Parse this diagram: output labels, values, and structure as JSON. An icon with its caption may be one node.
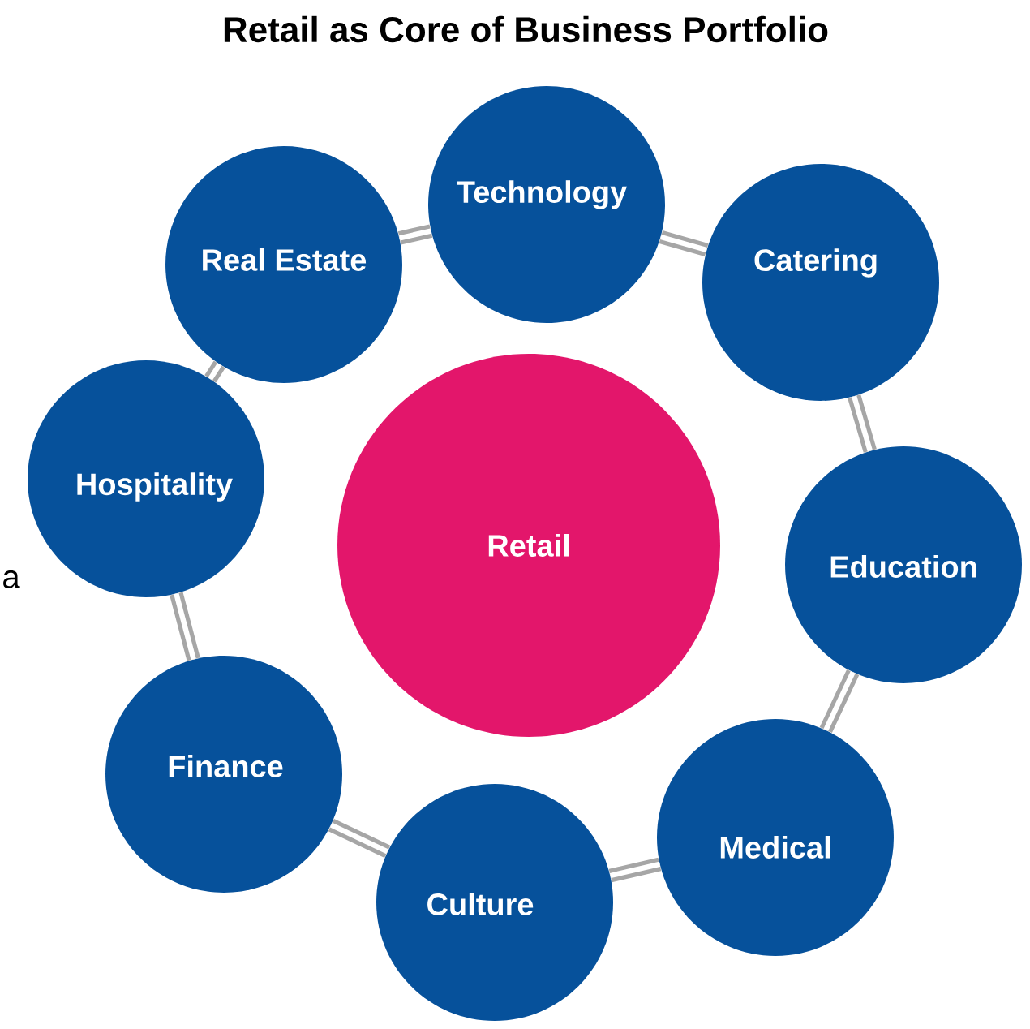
{
  "diagram": {
    "title": "Retail as Core of Business Portfolio",
    "nodes": [
      {
        "text": [
          "Retail"
        ]
      },
      {
        "text": [
          "Real Estate"
        ]
      },
      {
        "text": [
          "Technology"
        ]
      },
      {
        "text": [
          "Catering"
        ]
      },
      {
        "text": [
          "Hospitality"
        ]
      },
      {
        "text": [
          "Education"
        ]
      },
      {
        "text": [
          "Finance"
        ]
      },
      {
        "text": [
          "Medical"
        ]
      },
      {
        "text": [
          "Culture"
        ]
      }
    ],
    "edges": [
      {
        "from": 1,
        "to": 2,
        "arrow": "none"
      },
      {
        "from": 2,
        "to": 3,
        "arrow": "none"
      },
      {
        "from": 3,
        "to": 5,
        "arrow": "none"
      },
      {
        "from": 5,
        "to": 7,
        "arrow": "none"
      },
      {
        "from": 7,
        "to": 8,
        "arrow": "none"
      },
      {
        "from": 8,
        "to": 6,
        "arrow": "none"
      },
      {
        "from": 6,
        "to": 4,
        "arrow": "none"
      },
      {
        "from": 4,
        "to": 1,
        "arrow": "none"
      }
    ],
    "labels": [
      "a"
    ]
  }
}
